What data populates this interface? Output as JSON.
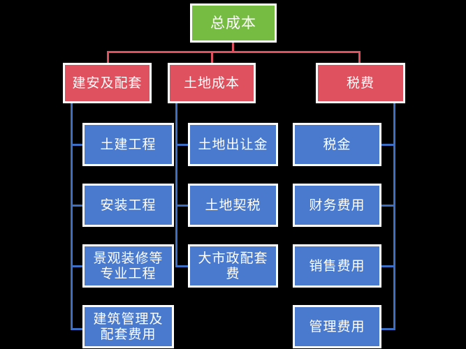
{
  "diagram": {
    "type": "tree-hierarchy",
    "title": "总成本",
    "colors": {
      "root_fill": "#76bc43",
      "level2_fill": "#e0515f",
      "level3_fill": "#4a7ace",
      "node_border": "#ffffff",
      "background": "#000000",
      "red_connector": "#e0515f",
      "blue_connector": "#3d6fc4"
    },
    "root": {
      "label": "总成本"
    },
    "branches": [
      {
        "label": "建安及配套",
        "children": [
          {
            "label": "土建工程"
          },
          {
            "label": "安装工程"
          },
          {
            "label": "景观装修等\n专业工程"
          },
          {
            "label": "建筑管理及\n配套费用"
          }
        ]
      },
      {
        "label": "土地成本",
        "children": [
          {
            "label": "土地出让金"
          },
          {
            "label": "土地契税"
          },
          {
            "label": "大市政配套\n费"
          }
        ]
      },
      {
        "label": "税费",
        "children": [
          {
            "label": "税金"
          },
          {
            "label": "财务费用"
          },
          {
            "label": "销售费用"
          },
          {
            "label": "管理费用"
          }
        ]
      }
    ]
  }
}
